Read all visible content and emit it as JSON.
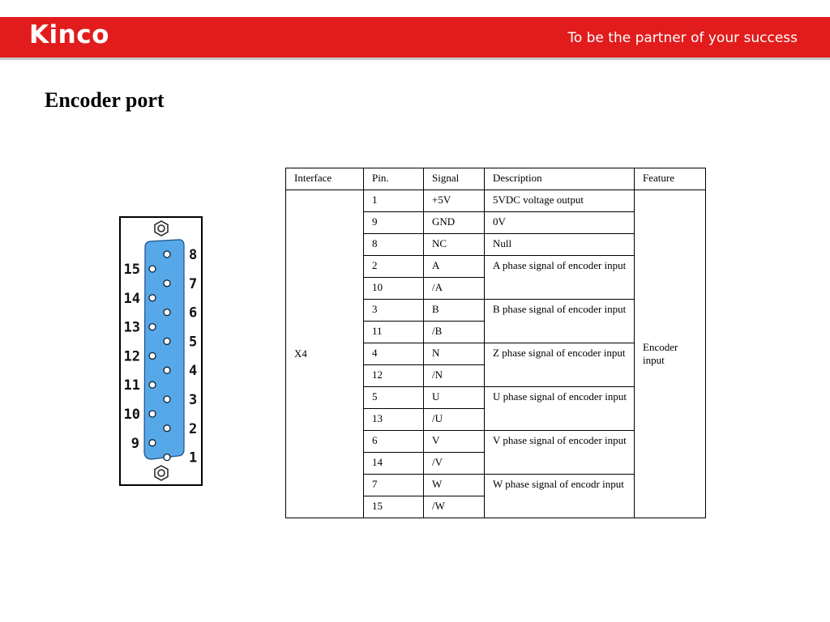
{
  "header": {
    "logo": "Kinco",
    "slogan": "To be the partner of your success"
  },
  "page_title": "Encoder port",
  "connector": {
    "left_pins": [
      "15",
      "14",
      "13",
      "12",
      "11",
      "10",
      "9"
    ],
    "right_pins": [
      "8",
      "7",
      "6",
      "5",
      "4",
      "3",
      "2",
      "1"
    ],
    "body_color": "#57a8e8"
  },
  "table": {
    "headers": [
      "Interface",
      "Pin.",
      "Signal",
      "Description",
      "Feature"
    ],
    "interface": "X4",
    "feature": "Encoder input",
    "rows": [
      {
        "pin": "1",
        "signal": "+5V",
        "desc": "5VDC voltage output"
      },
      {
        "pin": "9",
        "signal": "GND",
        "desc": "0V"
      },
      {
        "pin": "8",
        "signal": "NC",
        "desc": "Null"
      },
      {
        "pin": "2",
        "signal": "A",
        "desc": "A phase signal of encoder input"
      },
      {
        "pin": "10",
        "signal": "/A"
      },
      {
        "pin": "3",
        "signal": "B",
        "desc": "B phase signal of encoder input"
      },
      {
        "pin": "11",
        "signal": "/B"
      },
      {
        "pin": "4",
        "signal": "N",
        "desc": "Z phase signal of encoder input"
      },
      {
        "pin": "12",
        "signal": "/N"
      },
      {
        "pin": "5",
        "signal": "U",
        "desc": "U phase signal of encoder input"
      },
      {
        "pin": "13",
        "signal": "/U"
      },
      {
        "pin": "6",
        "signal": "V",
        "desc": "V phase signal of encoder input"
      },
      {
        "pin": "14",
        "signal": "/V"
      },
      {
        "pin": "7",
        "signal": "W",
        "desc": "W phase signal of encodr input"
      },
      {
        "pin": "15",
        "signal": "/W"
      }
    ]
  }
}
